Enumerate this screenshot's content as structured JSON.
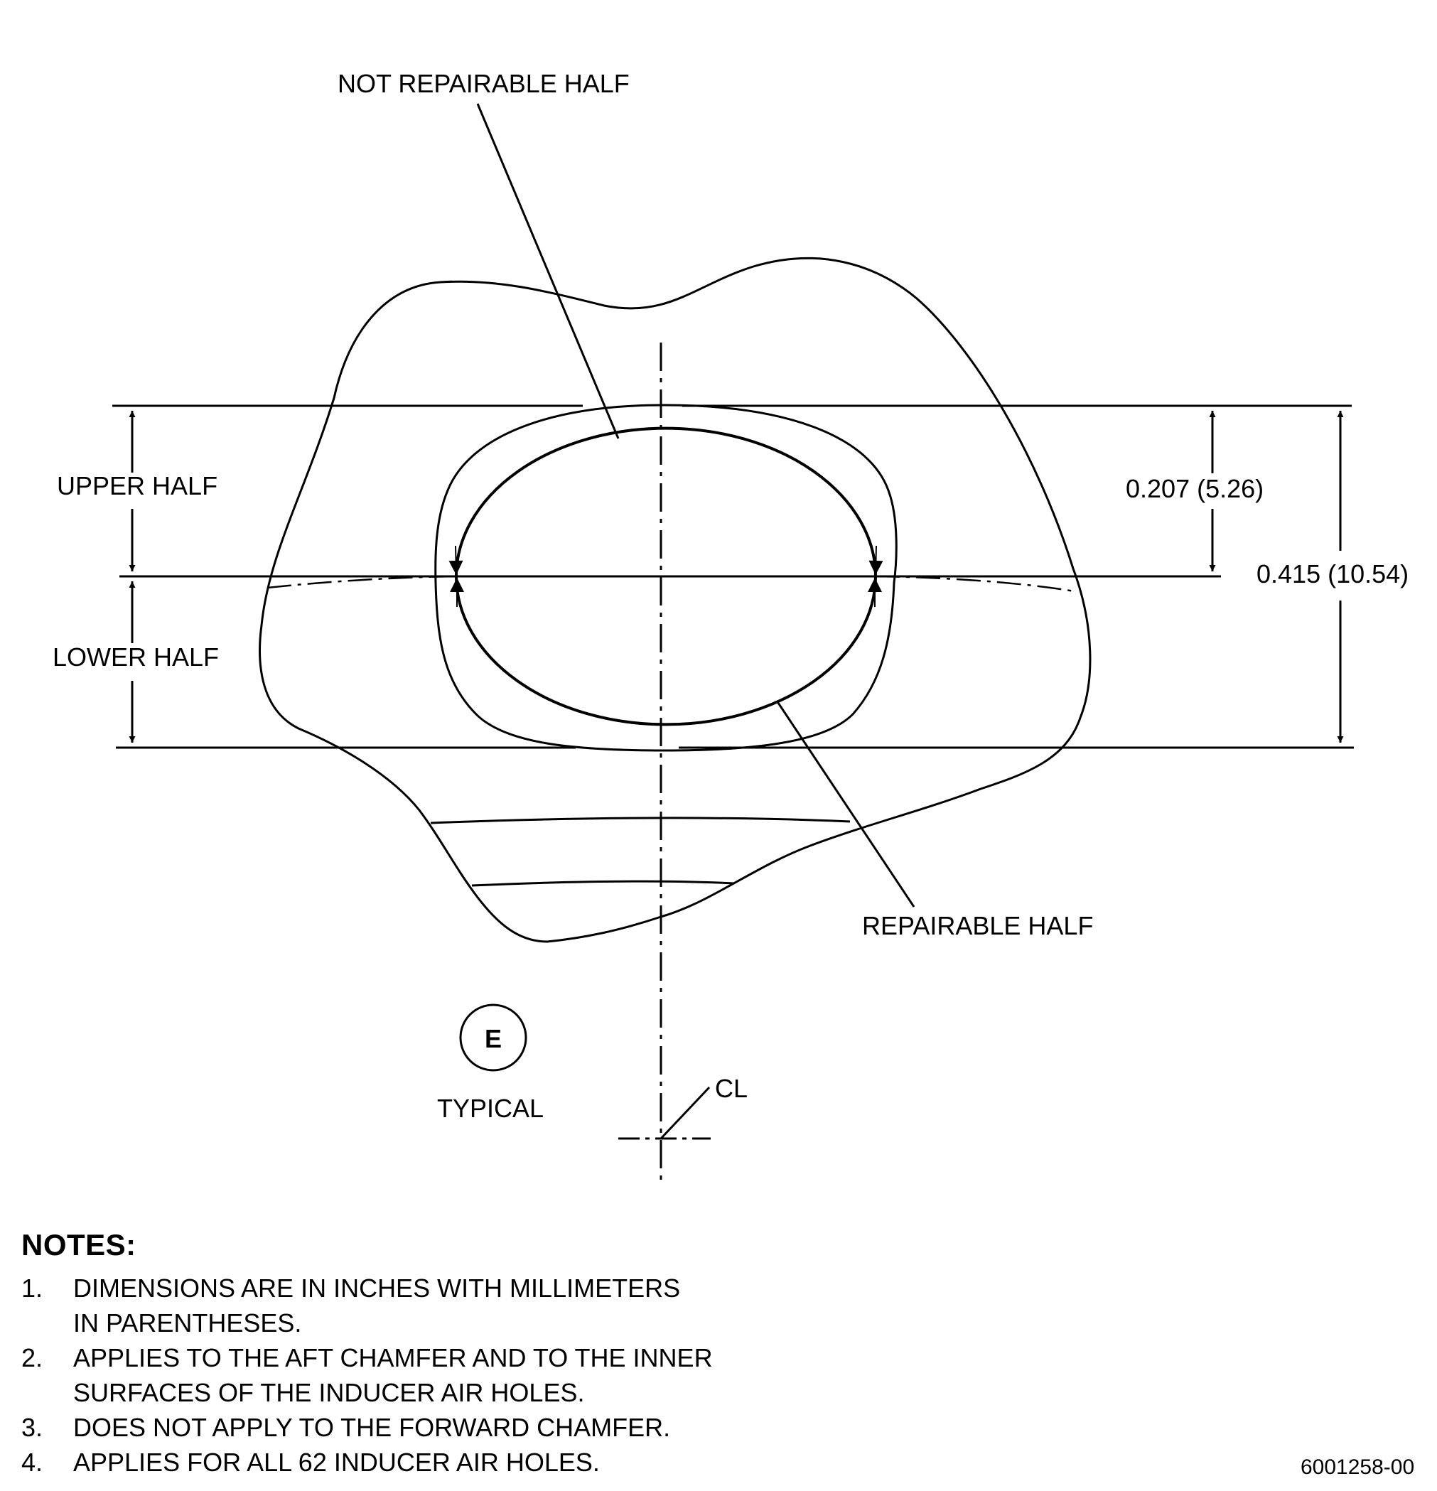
{
  "labels": {
    "not_repairable_half": "NOT REPAIRABLE HALF",
    "repairable_half": "REPAIRABLE HALF",
    "upper_half": "UPPER HALF",
    "lower_half": "LOWER HALF",
    "dim_upper": "0.207 (5.26)",
    "dim_total": "0.415 (10.54)",
    "view_letter": "E",
    "typical": "TYPICAL",
    "centerline": "CL"
  },
  "notes": {
    "title": "NOTES:",
    "items": [
      {
        "num": "1.",
        "text": "DIMENSIONS ARE IN INCHES WITH MILLIMETERS IN PARENTHESES."
      },
      {
        "num": "2.",
        "text": "APPLIES TO THE AFT CHAMFER AND TO THE INNER SURFACES OF THE INDUCER AIR HOLES."
      },
      {
        "num": "3.",
        "text": "DOES NOT APPLY TO THE FORWARD CHAMFER."
      },
      {
        "num": "4.",
        "text": "APPLIES FOR ALL 62 INDUCER AIR HOLES."
      }
    ]
  },
  "figure_id": "6001258-00"
}
